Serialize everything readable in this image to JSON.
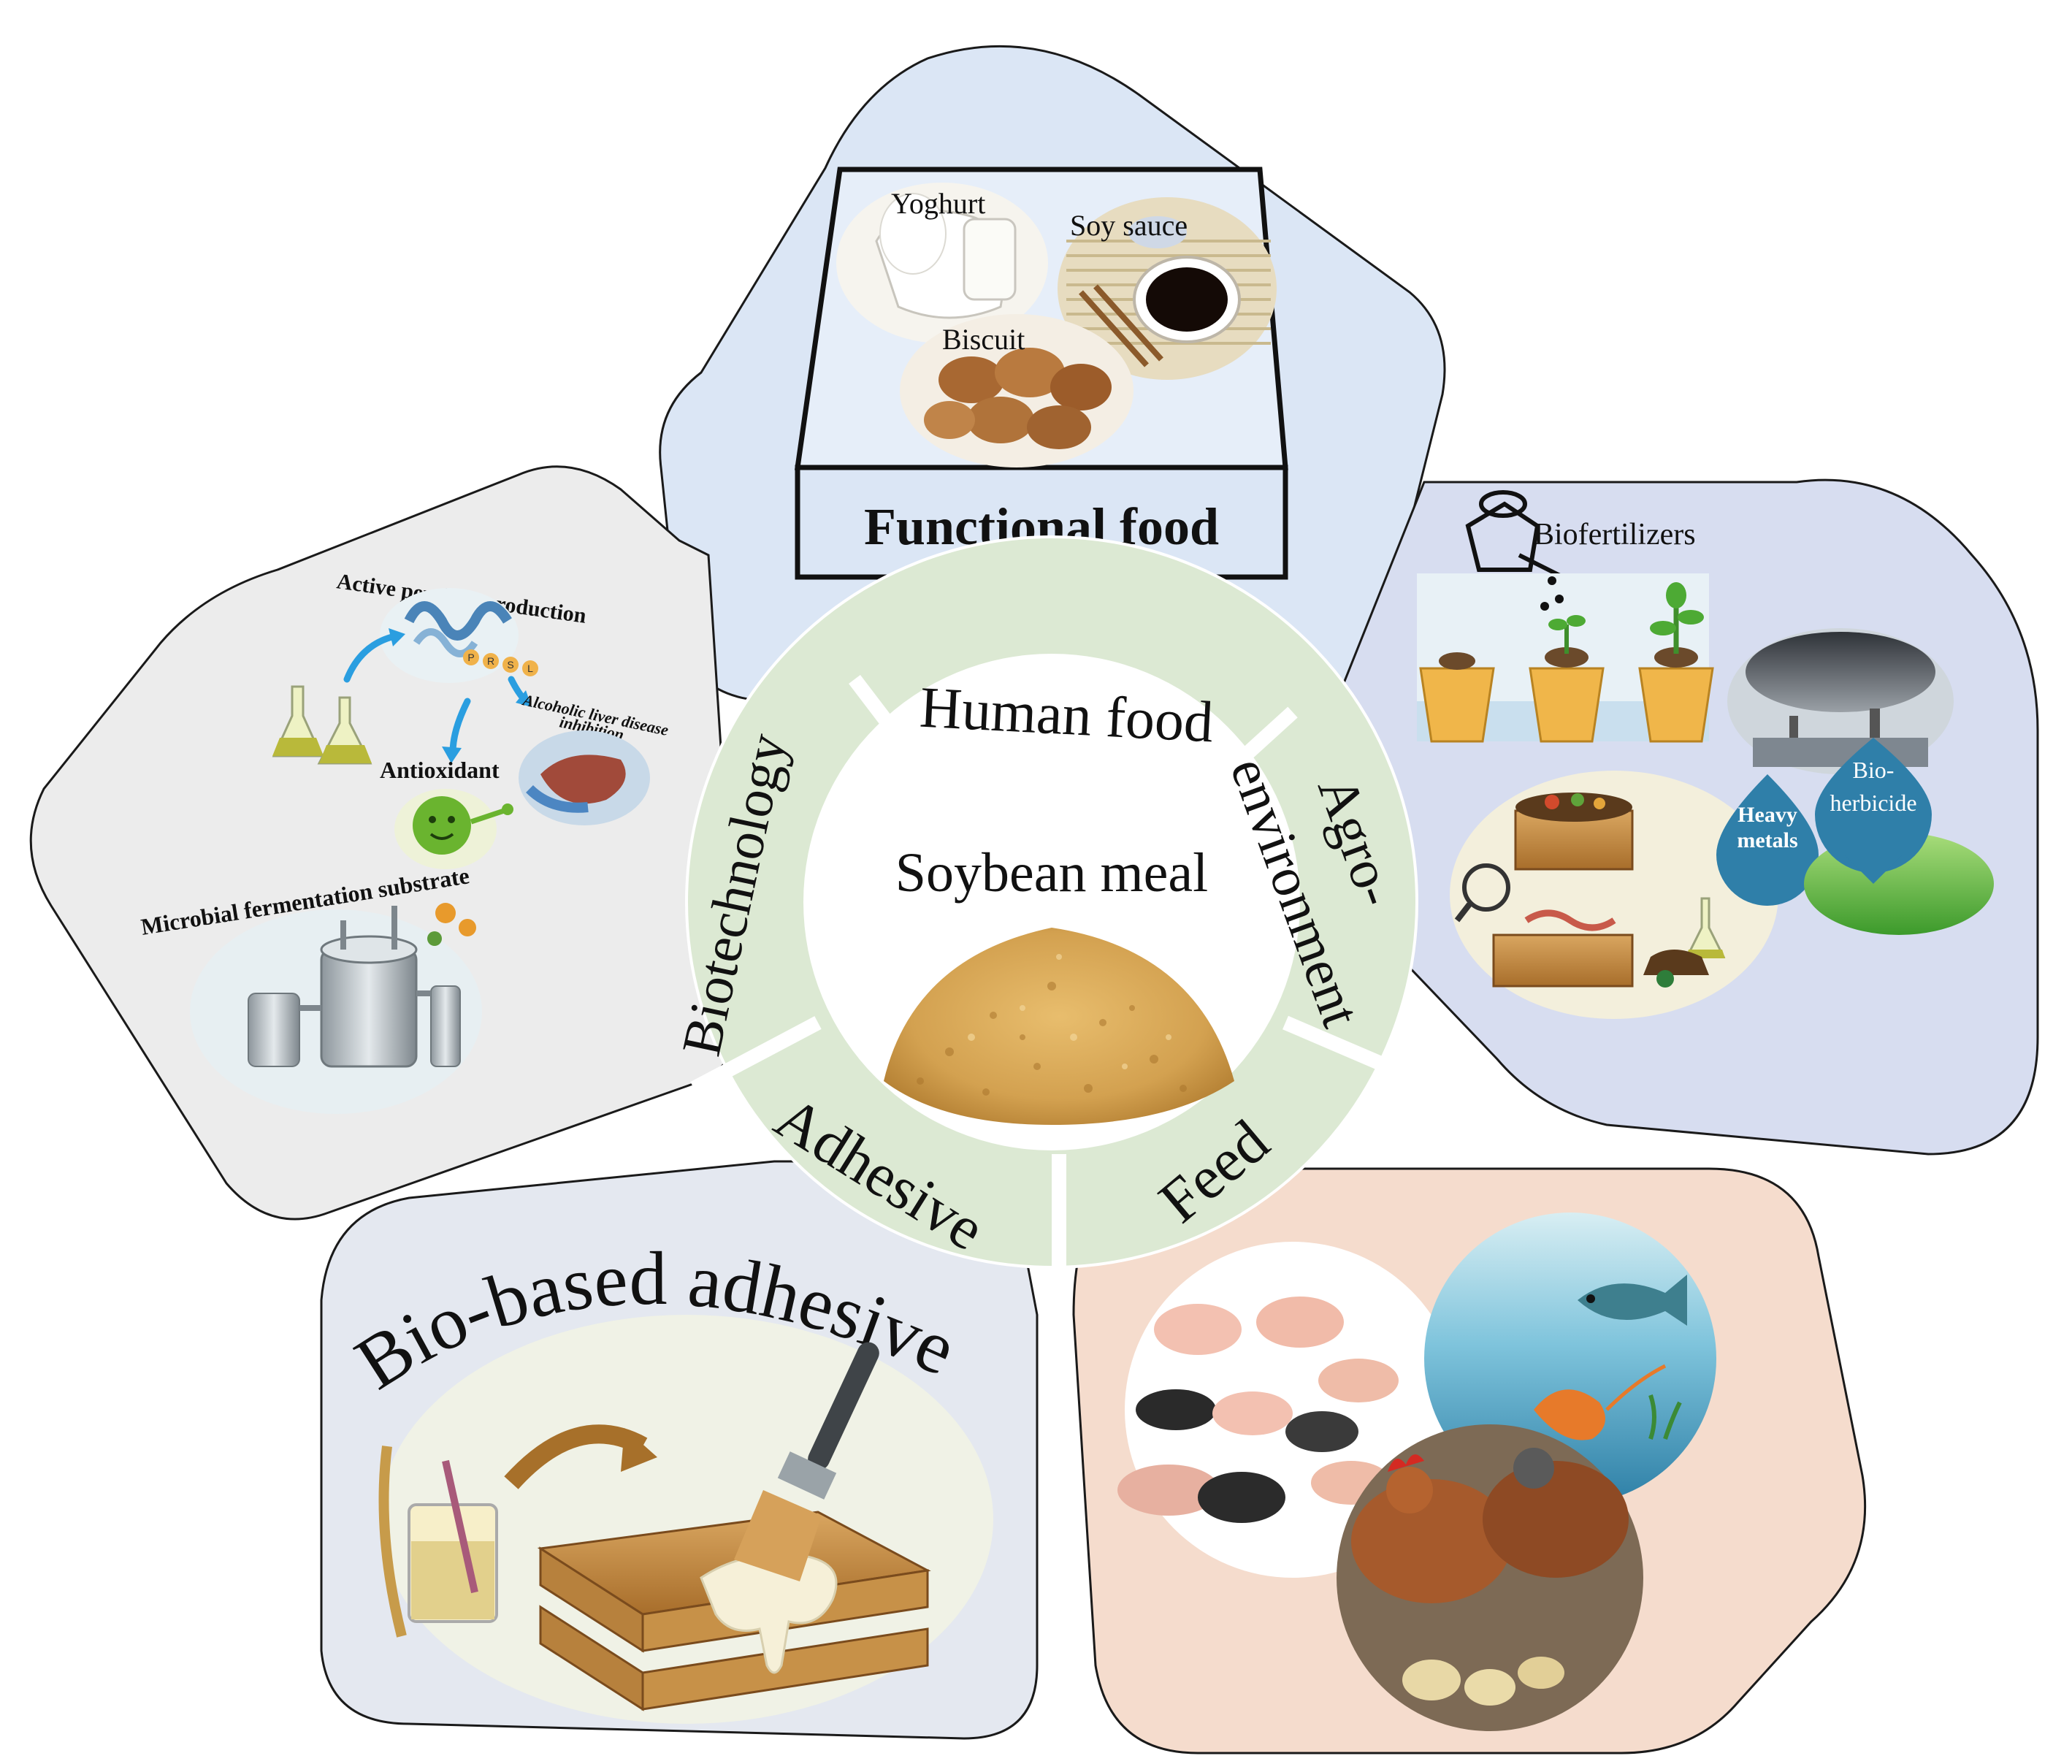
{
  "center": {
    "title": "Soybean meal",
    "segments": {
      "human_food": "Human food",
      "agro_line1": "Agro-",
      "agro_line2": "environment",
      "feed": "Feed",
      "adhesive": "Adhesive",
      "biotechnology": "Biotechnology"
    }
  },
  "functional_food": {
    "title": "Functional food",
    "yoghurt": "Yoghurt",
    "soy_sauce": "Soy sauce",
    "biscuit": "Biscuit"
  },
  "agro_panel": {
    "biofertilizers": "Biofertilizers",
    "heavy_line1": "Heavy",
    "heavy_line2": "metals",
    "bioherb_line1": "Bio-",
    "bioherb_line2": "herbicide"
  },
  "biotech_panel": {
    "active_peptides": "Active peptides production",
    "liver_line1": "Alcoholic liver disease",
    "liver_line2": "inhibition",
    "antioxidant": "Antioxidant",
    "microbial": "Microbial fermentation substrate",
    "peptide_letters": [
      "P",
      "R",
      "S",
      "L"
    ]
  },
  "adhesive_panel": {
    "title": "Bio-based adhesives"
  },
  "colors": {
    "ring": "#dce9d3",
    "top_panel": "#dbe6f5",
    "right_panel": "#d7ddf0",
    "left_panel": "#ededed",
    "bottom_left_panel": "#e3e7ef",
    "bottom_right_panel": "#f5dccd"
  }
}
